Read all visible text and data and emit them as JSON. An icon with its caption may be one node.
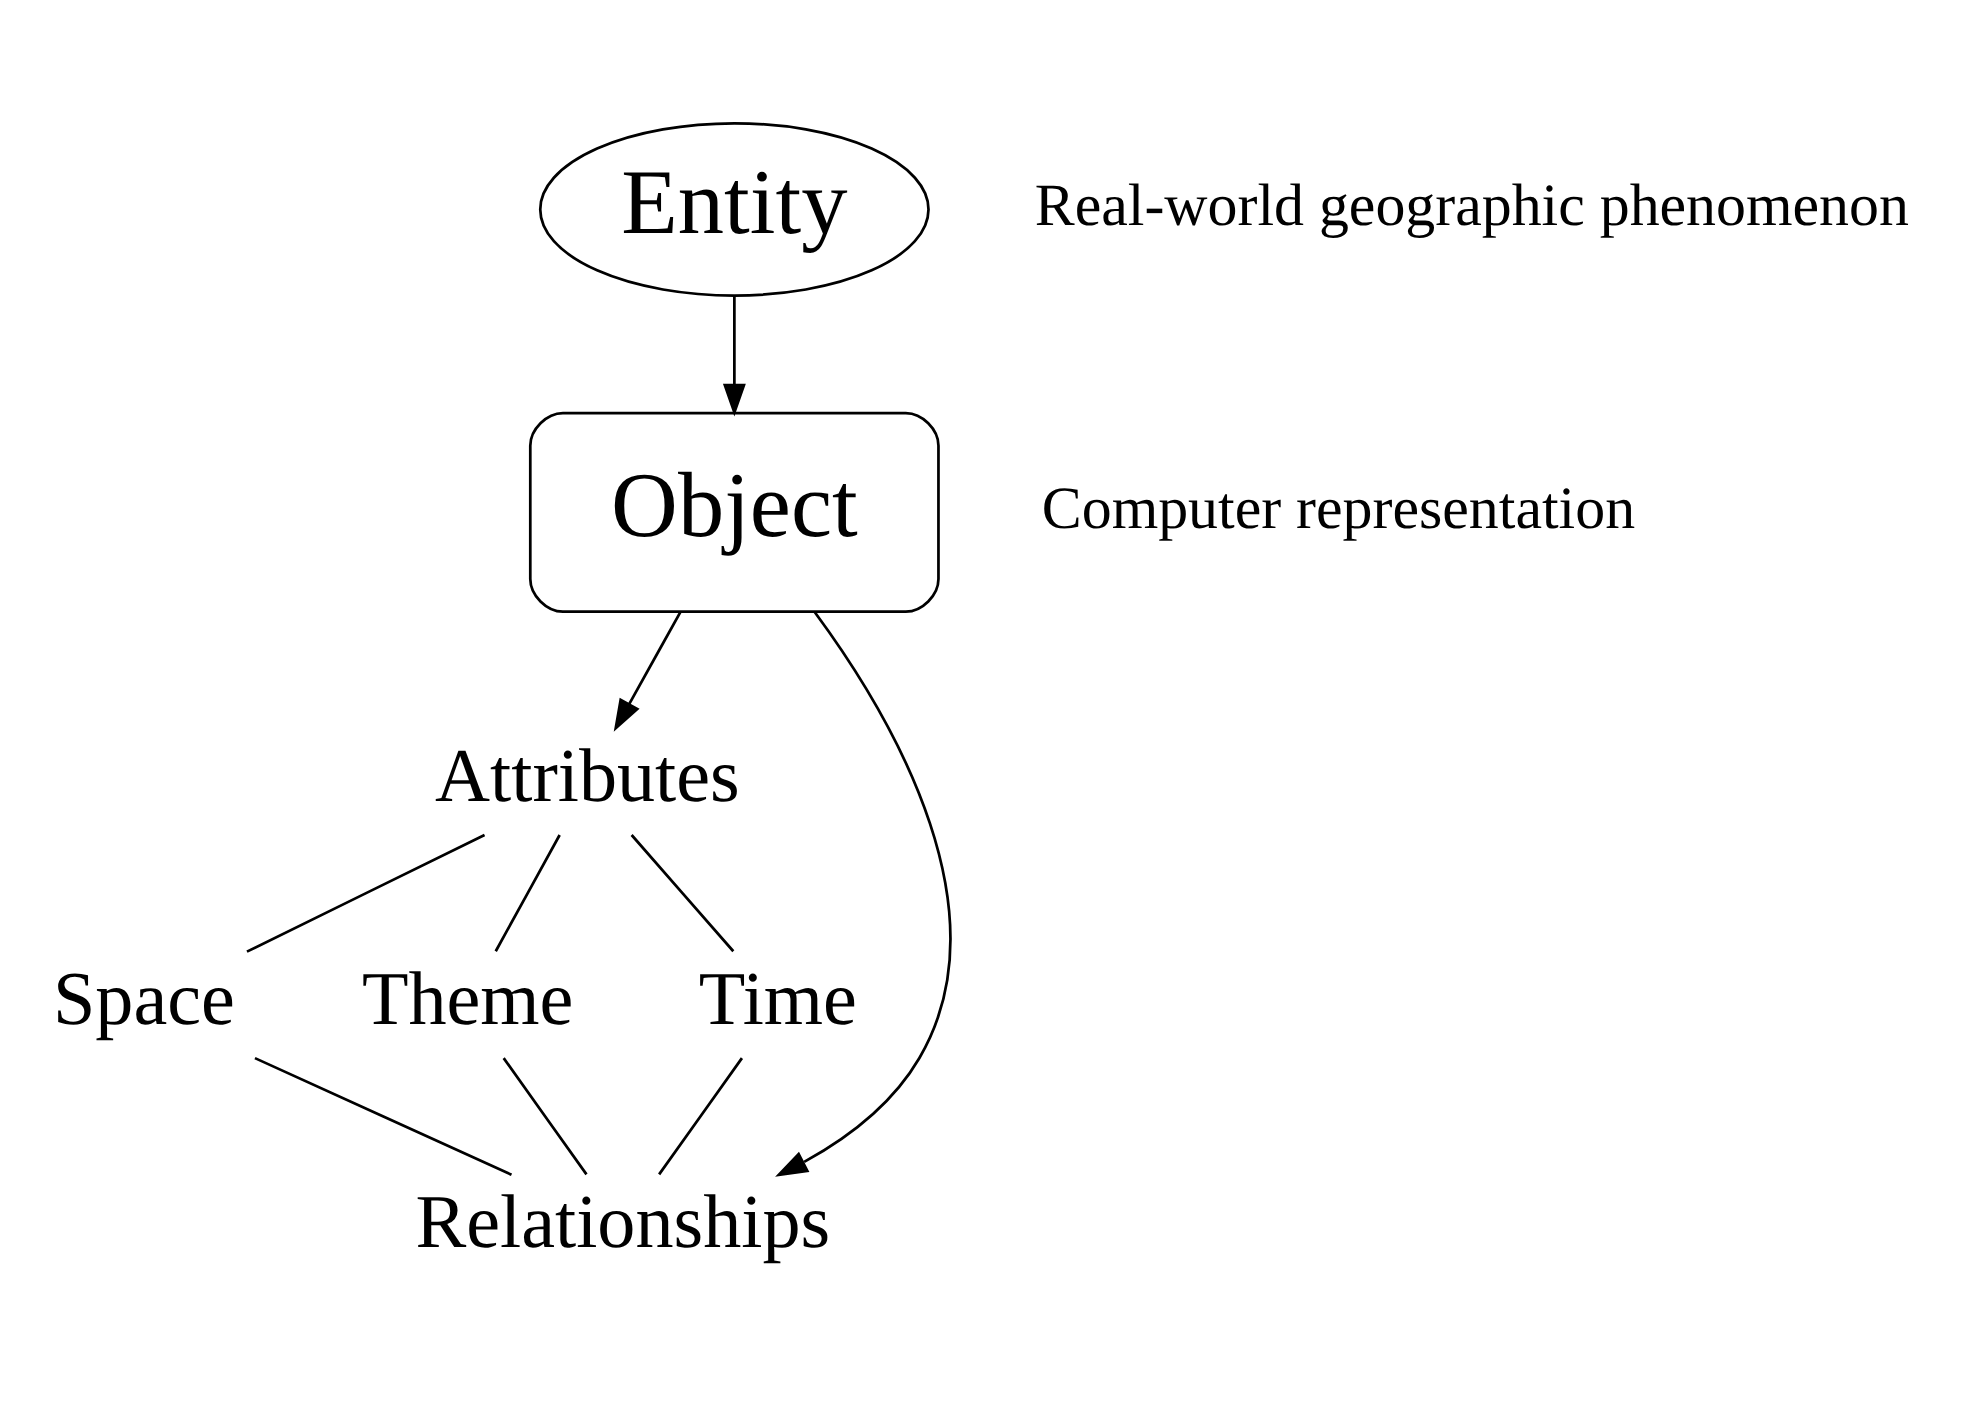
{
  "diagram": {
    "nodes": [
      {
        "text": [
          "Entity"
        ],
        "beside": [
          "Real-world geographic phenomenon"
        ]
      },
      {
        "text": [
          "Object"
        ],
        "beside": [
          "Computer representation"
        ]
      },
      {
        "text": [
          "Attributes"
        ]
      },
      {
        "text": [
          "Space"
        ]
      },
      {
        "text": [
          "Theme"
        ]
      },
      {
        "text": [
          "Time"
        ]
      },
      {
        "text": [
          "Relationships"
        ]
      }
    ],
    "edges": [
      {
        "from": 0,
        "to": 1,
        "arrow": "to"
      },
      {
        "from": 1,
        "to": 2,
        "arrow": "to"
      },
      {
        "from": 1,
        "to": 6,
        "arrow": "to"
      },
      {
        "from": 2,
        "to": 3,
        "arrow": "none"
      },
      {
        "from": 2,
        "to": 4,
        "arrow": "none"
      },
      {
        "from": 2,
        "to": 5,
        "arrow": "none"
      },
      {
        "from": 3,
        "to": 6,
        "arrow": "none"
      },
      {
        "from": 4,
        "to": 6,
        "arrow": "none"
      },
      {
        "from": 5,
        "to": 6,
        "arrow": "none"
      }
    ]
  }
}
